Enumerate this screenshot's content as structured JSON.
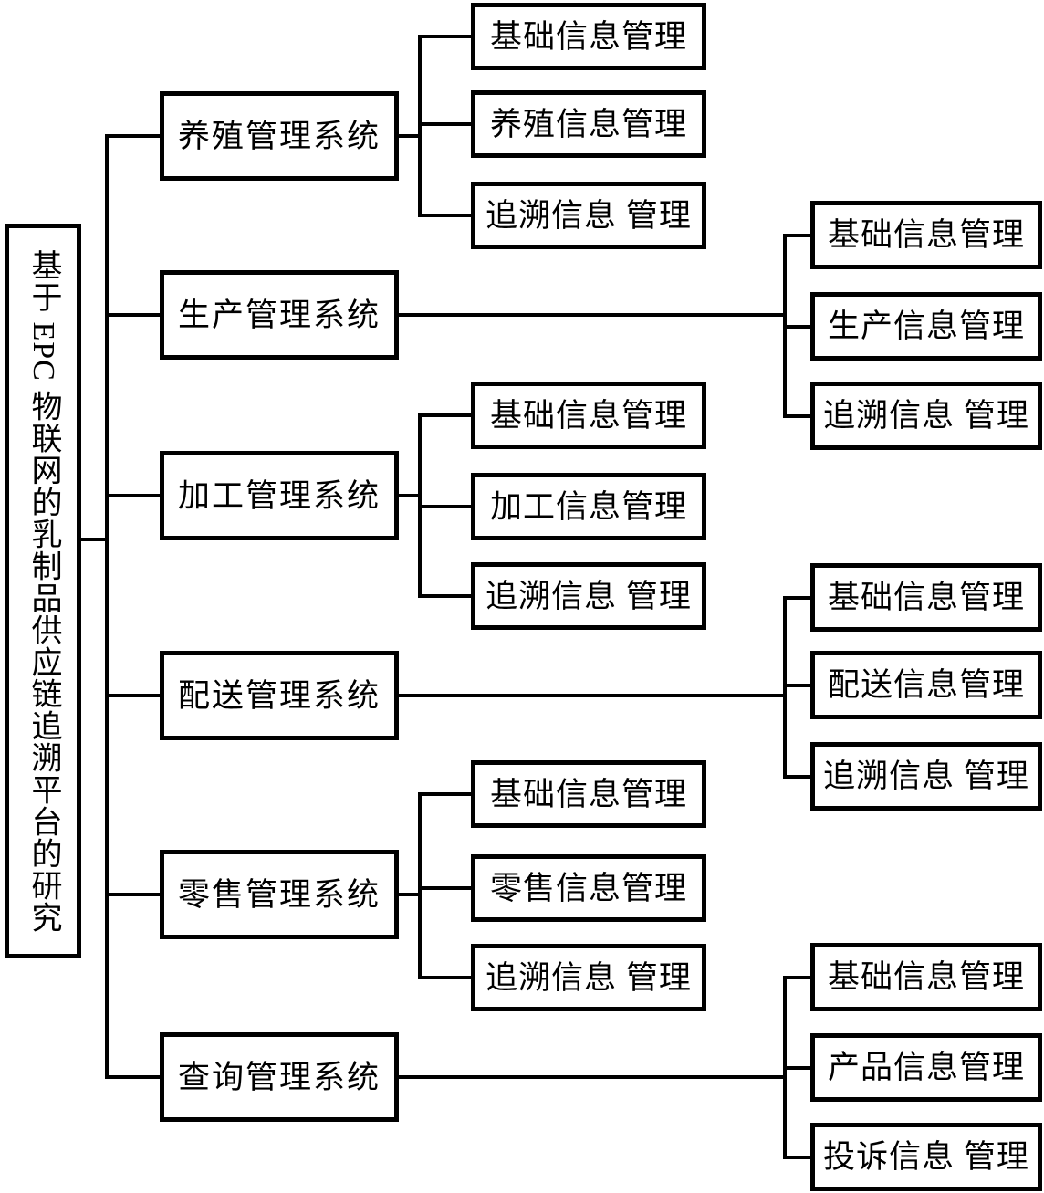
{
  "root": {
    "label": "基于 EPC 物联网的乳制品供应链追溯平台的研究"
  },
  "systems": [
    {
      "label": "养殖管理系统",
      "children": [
        "基础信息管理",
        "养殖信息管理",
        "追溯信息 管理"
      ]
    },
    {
      "label": "生产管理系统",
      "children": [
        "基础信息管理",
        "生产信息管理",
        "追溯信息 管理"
      ]
    },
    {
      "label": "加工管理系统",
      "children": [
        "基础信息管理",
        "加工信息管理",
        "追溯信息 管理"
      ]
    },
    {
      "label": "配送管理系统",
      "children": [
        "基础信息管理",
        "配送信息管理",
        "追溯信息 管理"
      ]
    },
    {
      "label": "零售管理系统",
      "children": [
        "基础信息管理",
        "零售信息管理",
        "追溯信息 管理"
      ]
    },
    {
      "label": "查询管理系统",
      "children": [
        "基础信息管理",
        "产品信息管理",
        "投诉信息 管理"
      ]
    }
  ],
  "colors": {
    "line": "#000000",
    "background": "#ffffff",
    "text": "#000000"
  }
}
